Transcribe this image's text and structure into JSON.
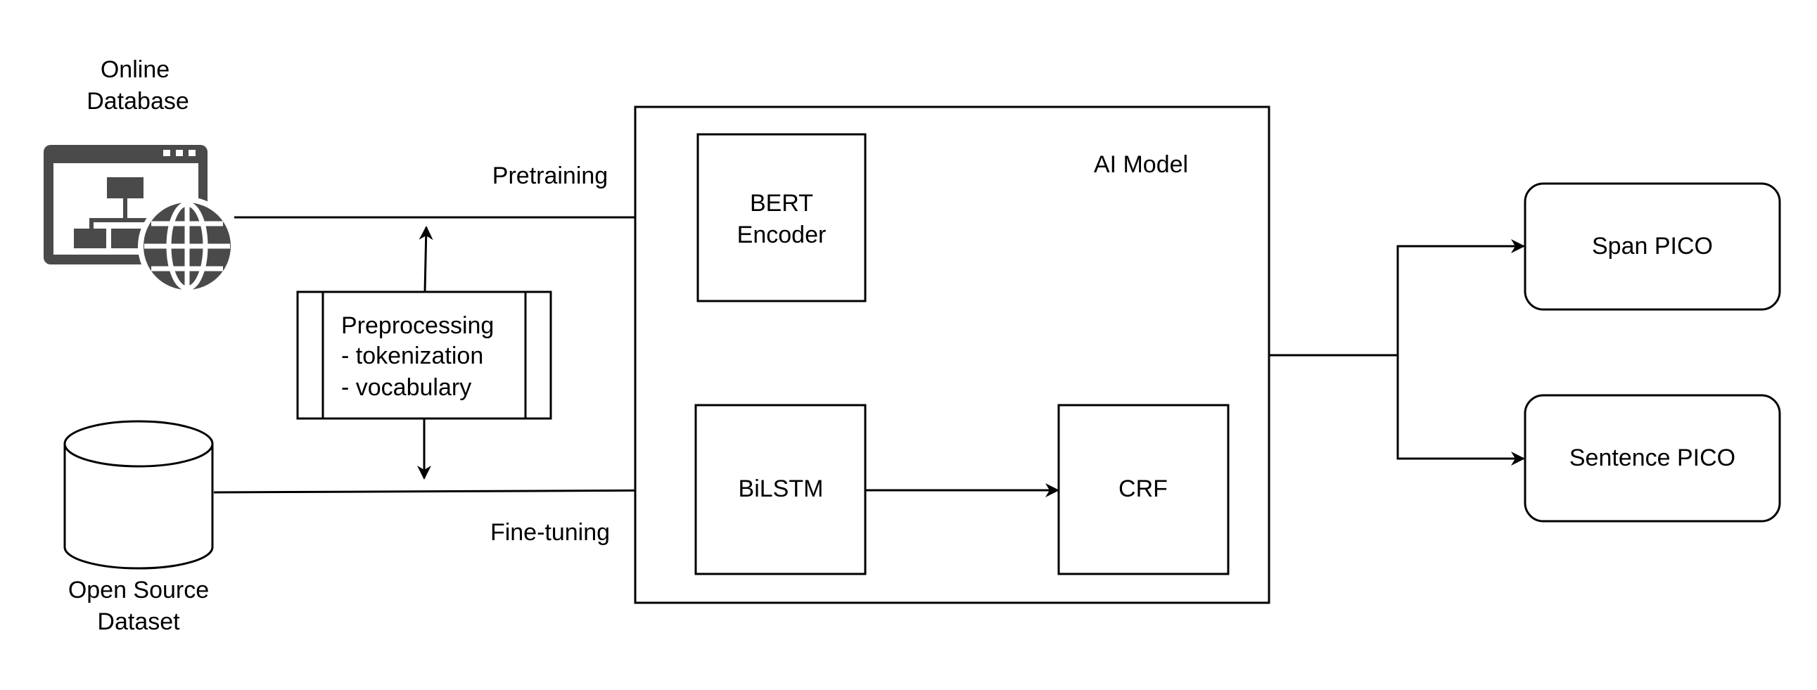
{
  "labels": {
    "online_database": [
      "Online",
      "Database"
    ],
    "open_source_dataset": [
      "Open Source",
      "Dataset"
    ],
    "pretraining": "Pretraining",
    "fine_tuning": "Fine-tuning",
    "preprocessing": [
      "Preprocessing",
      "- tokenization",
      "- vocabulary"
    ],
    "ai_model": "AI Model",
    "bert_encoder": [
      "BERT",
      "Encoder"
    ],
    "bilstm": "BiLSTM",
    "crf": "CRF",
    "span_pico": "Span PICO",
    "sentence_pico": "Sentence PICO"
  },
  "colors": {
    "stroke": "#000000",
    "icon_fill": "#4a4a4a",
    "background": "#ffffff"
  },
  "icons": [
    "web-database-icon",
    "globe-icon",
    "cylinder-database-icon"
  ]
}
